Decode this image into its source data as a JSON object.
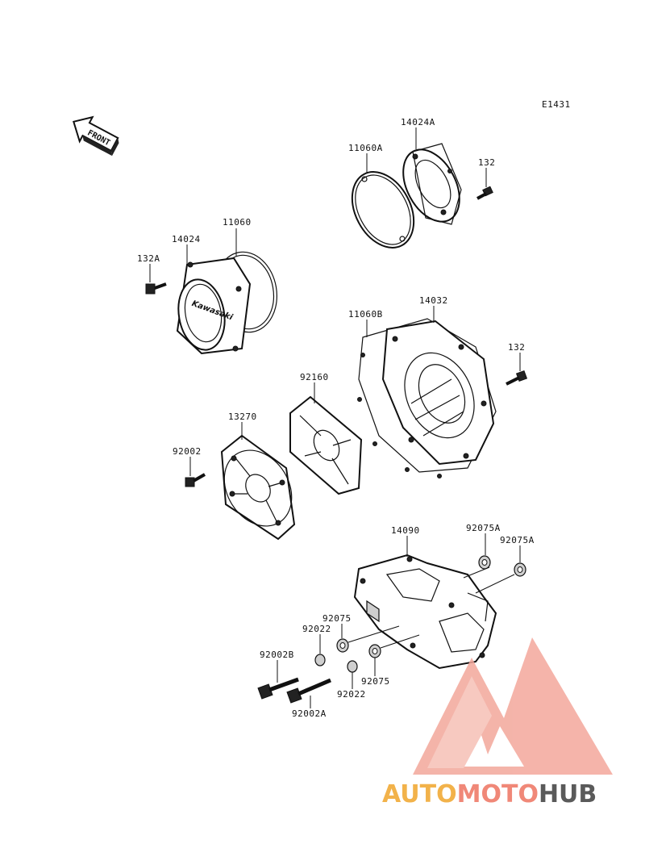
{
  "diagram_code": "E1431",
  "front_label": "FRONT",
  "cover_brand": "Kawasaki",
  "parts": [
    {
      "id": "p14024A",
      "label": "14024A"
    },
    {
      "id": "p11060A",
      "label": "11060A"
    },
    {
      "id": "p132_top",
      "label": "132"
    },
    {
      "id": "p11060",
      "label": "11060"
    },
    {
      "id": "p14024",
      "label": "14024"
    },
    {
      "id": "p132A",
      "label": "132A"
    },
    {
      "id": "p11060B",
      "label": "11060B"
    },
    {
      "id": "p14032",
      "label": "14032"
    },
    {
      "id": "p132_mid",
      "label": "132"
    },
    {
      "id": "p92160",
      "label": "92160"
    },
    {
      "id": "p13270",
      "label": "13270"
    },
    {
      "id": "p92002",
      "label": "92002"
    },
    {
      "id": "p14090",
      "label": "14090"
    },
    {
      "id": "p92075A_1",
      "label": "92075A"
    },
    {
      "id": "p92075A_2",
      "label": "92075A"
    },
    {
      "id": "p92075_1",
      "label": "92075"
    },
    {
      "id": "p92022_1",
      "label": "92022"
    },
    {
      "id": "p92002B",
      "label": "92002B"
    },
    {
      "id": "p92075_2",
      "label": "92075"
    },
    {
      "id": "p92022_2",
      "label": "92022"
    },
    {
      "id": "p92002A",
      "label": "92002A"
    }
  ],
  "watermark": {
    "part1": "AUTO",
    "part2": "MOTO",
    "part3": "HUB"
  },
  "colors": {
    "watermark_triangle": "#f3a79b",
    "auto": "#f2b24a",
    "moto": "#f08878",
    "hub": "#5a5a5a"
  }
}
